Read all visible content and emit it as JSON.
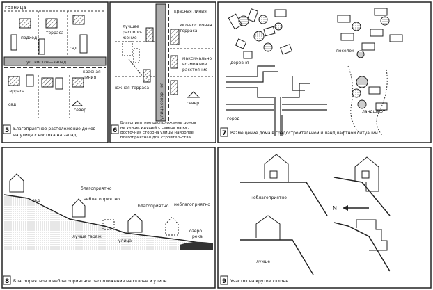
{
  "panel5": {
    "number": "5",
    "caption_l1": "Благоприятное расположение домов",
    "caption_l2": "на улице с востока на запад",
    "labels": {
      "border": "граница",
      "podhod": "подход",
      "terrace_top": "терраса",
      "garden_top": "сад",
      "street": "ул. восток—запад",
      "red_line": "красная",
      "red_line2": "линия",
      "terrace_bottom": "терраса",
      "garden_bottom": "сад",
      "north": "север"
    }
  },
  "panel6": {
    "number": "6",
    "caption_l1": "Благоприятное расположение домов",
    "caption_l2": "на улице, идущей с севера на юг.",
    "caption_l3": "Восточная сторона улицы наиболее",
    "caption_l4": "благоприятная для строительства",
    "labels": {
      "red_line": "красная линия",
      "best1": "лучшее",
      "best2": "располо-",
      "best3": "жение",
      "ne1": "юго-восточная",
      "ne2": "терраса",
      "max1": "максимально",
      "max2": "возможное",
      "max3": "расстояние",
      "south_terrace": "южная терраса",
      "street": "улица север—юг",
      "north": "север"
    }
  },
  "panel7": {
    "number": "7",
    "caption": "Размещение дома в градостроительной и ландшафтной ситуации",
    "labels": {
      "village": "деревня",
      "settlement": "поселок",
      "city": "город",
      "landscape": "ландшафт"
    }
  },
  "panel8": {
    "number": "8",
    "caption": "Благоприятное и неблагоприятное расположение на склоне и улице",
    "labels": {
      "garden": "сад",
      "favorable1": "благоприятно",
      "unfavorable1": "неблагоприятно",
      "favorable2": "благоприятно",
      "unfavorable2": "неблагоприятно",
      "better_garage": "лучше гараж",
      "street": "улица",
      "lake": "озеро",
      "river": "река"
    }
  },
  "panel9": {
    "number": "9",
    "caption": "Участок на крутом склоне",
    "labels": {
      "unfavorable": "неблагоприятно",
      "better": "лучше",
      "north": "N"
    }
  }
}
